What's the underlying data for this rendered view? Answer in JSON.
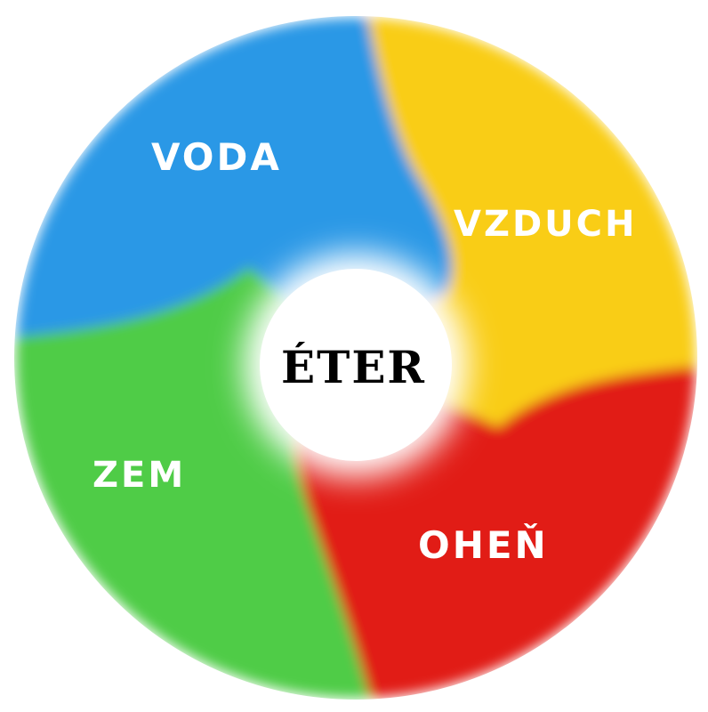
{
  "diagram": {
    "center_label": "ÉTER",
    "segments": [
      {
        "id": "voda",
        "label": "VODA",
        "color": "#2b98e6"
      },
      {
        "id": "vzduch",
        "label": "VZDUCH",
        "color": "#f9cd14"
      },
      {
        "id": "ohen",
        "label": "OHEŇ",
        "color": "#e11b12"
      },
      {
        "id": "zem",
        "label": "ZEM",
        "color": "#4fcc47"
      }
    ],
    "center_color": "#ffffff",
    "label_color": "#ffffff",
    "center_label_color": "#000000"
  }
}
